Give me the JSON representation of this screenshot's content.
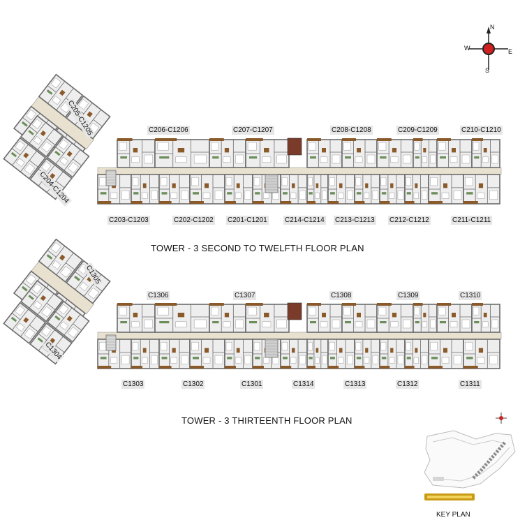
{
  "compass": {
    "n": "N",
    "s": "S",
    "e": "E",
    "w": "W"
  },
  "plan_upper": {
    "title": "TOWER - 3  SECOND TO TWELFTH FLOOR PLAN",
    "units_top": [
      "C206-C1206",
      "C207-C1207",
      "C208-C1208",
      "C209-C1209",
      "C210-C1210"
    ],
    "units_bottom": [
      "C203-C1203",
      "C202-C1202",
      "C201-C1201",
      "C214-C1214",
      "C213-C1213",
      "C212-C1212",
      "C211-C1211"
    ],
    "wing_top": "C205-C1205",
    "wing_bottom": "C204-C1204"
  },
  "plan_lower": {
    "title": "TOWER - 3  THIRTEENTH  FLOOR PLAN",
    "units_top": [
      "C1306",
      "C1307",
      "C1308",
      "C1309",
      "C1310"
    ],
    "units_bottom": [
      "C1303",
      "C1302",
      "C1301",
      "C1314",
      "C1313",
      "C1312",
      "C1311"
    ],
    "wing_top": "C1305",
    "wing_bottom": "C1304"
  },
  "key_plan": {
    "label": "KEY PLAN"
  },
  "colors": {
    "wall": "#6b6b6b",
    "floor": "#eeeeee",
    "wood": "#8a5a2b",
    "corridor": "#e9e1cf",
    "lift": "#7a3b2a",
    "compass_dot": "#d0201f"
  }
}
